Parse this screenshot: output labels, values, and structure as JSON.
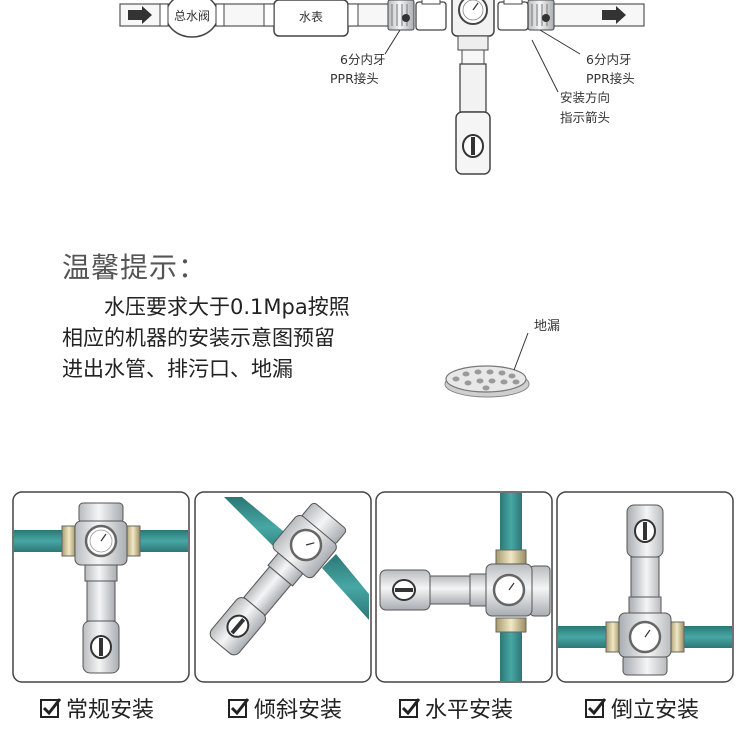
{
  "top_diagram": {
    "main_valve": "总水阀",
    "water_meter": "水表",
    "left_fitting": [
      "6分内牙",
      "PPR接头"
    ],
    "right_fitting": [
      "6分内牙",
      "PPR接头"
    ],
    "direction_arrow": [
      "安装方向",
      "指示箭头"
    ]
  },
  "tips": {
    "title": "温馨提示：",
    "body": "水压要求大于0.1Mpa按照相应的机器的安装示意图预留进出水管、排污口、地漏"
  },
  "floor_drain_label": "地漏",
  "installations": [
    {
      "label": "常规安装"
    },
    {
      "label": "倾斜安装"
    },
    {
      "label": "水平安装"
    },
    {
      "label": "倒立安装"
    }
  ],
  "colors": {
    "pipe": "#3f9a98",
    "pipe_dark": "#2a6f6d",
    "outline": "#444444"
  }
}
